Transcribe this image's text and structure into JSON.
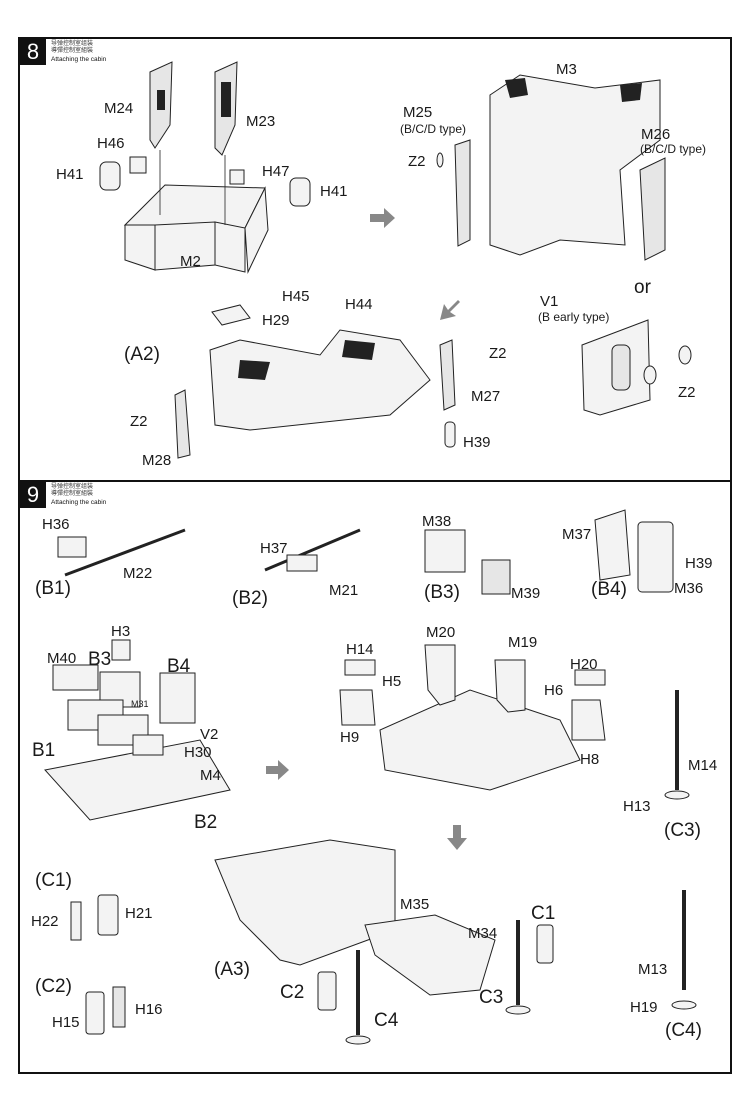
{
  "steps": [
    {
      "number": "8",
      "title_cn_1": "导弹控制室组装",
      "title_cn_2": "導彈控制室組裝",
      "title_en": "Attaching the cabin",
      "labels": {
        "M24": "M24",
        "M23": "M23",
        "H46": "H46",
        "H41_left": "H41",
        "H47": "H47",
        "H41_right": "H41",
        "M2": "M2",
        "M3": "M3",
        "M25": "M25",
        "M25_note": "(B/C/D type)",
        "M26": "M26",
        "M26_note": "(B/C/D type)",
        "Z2_top": "Z2",
        "or": "or",
        "V1": "V1",
        "V1_note": "(B early type)",
        "Z2_v1": "Z2",
        "H45": "H45",
        "H44": "H44",
        "H29": "H29",
        "A2": "(A2)",
        "Z2_right": "Z2",
        "M27": "M27",
        "Z2_left": "Z2",
        "H39": "H39",
        "M28": "M28"
      }
    },
    {
      "number": "9",
      "title_cn_1": "导弹控制室组装",
      "title_cn_2": "導彈控制室組裝",
      "title_en": "Attaching the cabin",
      "labels": {
        "H36": "H36",
        "M22": "M22",
        "B1": "(B1)",
        "H37": "H37",
        "M21": "M21",
        "B2": "(B2)",
        "M38": "M38",
        "M39": "M39",
        "B3": "(B3)",
        "M37": "M37",
        "H39": "H39",
        "M36": "M36",
        "B4": "(B4)",
        "H3": "H3",
        "M40": "M40",
        "B3_main": "B3",
        "B4_main": "B4",
        "M31": "M31",
        "V2": "V2",
        "H30": "H30",
        "B1_main": "B1",
        "M4": "M4",
        "B2_main": "B2",
        "H14": "H14",
        "H5": "H5",
        "H9": "H9",
        "M20": "M20",
        "M19": "M19",
        "H20": "H20",
        "H6": "H6",
        "H8": "H8",
        "M14": "M14",
        "H13": "H13",
        "C3_detail": "(C3)",
        "C1_detail": "(C1)",
        "H22": "H22",
        "H21": "H21",
        "C2_detail": "(C2)",
        "H15": "H15",
        "H16": "H16",
        "M35": "M35",
        "M34": "M34",
        "C1": "C1",
        "A3": "(A3)",
        "C2": "C2",
        "C3": "C3",
        "C4": "C4",
        "M13": "M13",
        "H19": "H19",
        "C4_detail": "(C4)"
      }
    }
  ]
}
